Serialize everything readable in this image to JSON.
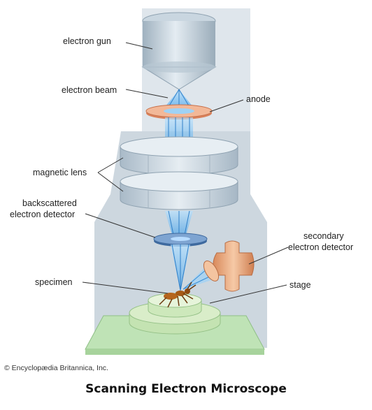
{
  "labels": {
    "electron_gun": "electron gun",
    "electron_beam": "electron beam",
    "anode": "anode",
    "magnetic_lens": "magnetic lens",
    "backscattered_1": "backscattered",
    "backscattered_2": "electron detector",
    "secondary_1": "secondary",
    "secondary_2": "electron detector",
    "specimen": "specimen",
    "stage": "stage"
  },
  "copyright": "© Encyclopædia Britannica, Inc.",
  "caption": "Scanning Electron Microscope",
  "colors": {
    "column": "#c8d3dc",
    "lens": "#d4dee6",
    "beam": "#3a8ed6",
    "anode": "#e59a78",
    "detector": "#5a85b8",
    "secondary_detector": "#e8ab82",
    "stage_plate": "#bfe3b6",
    "stage_disc": "#d9edc9"
  }
}
